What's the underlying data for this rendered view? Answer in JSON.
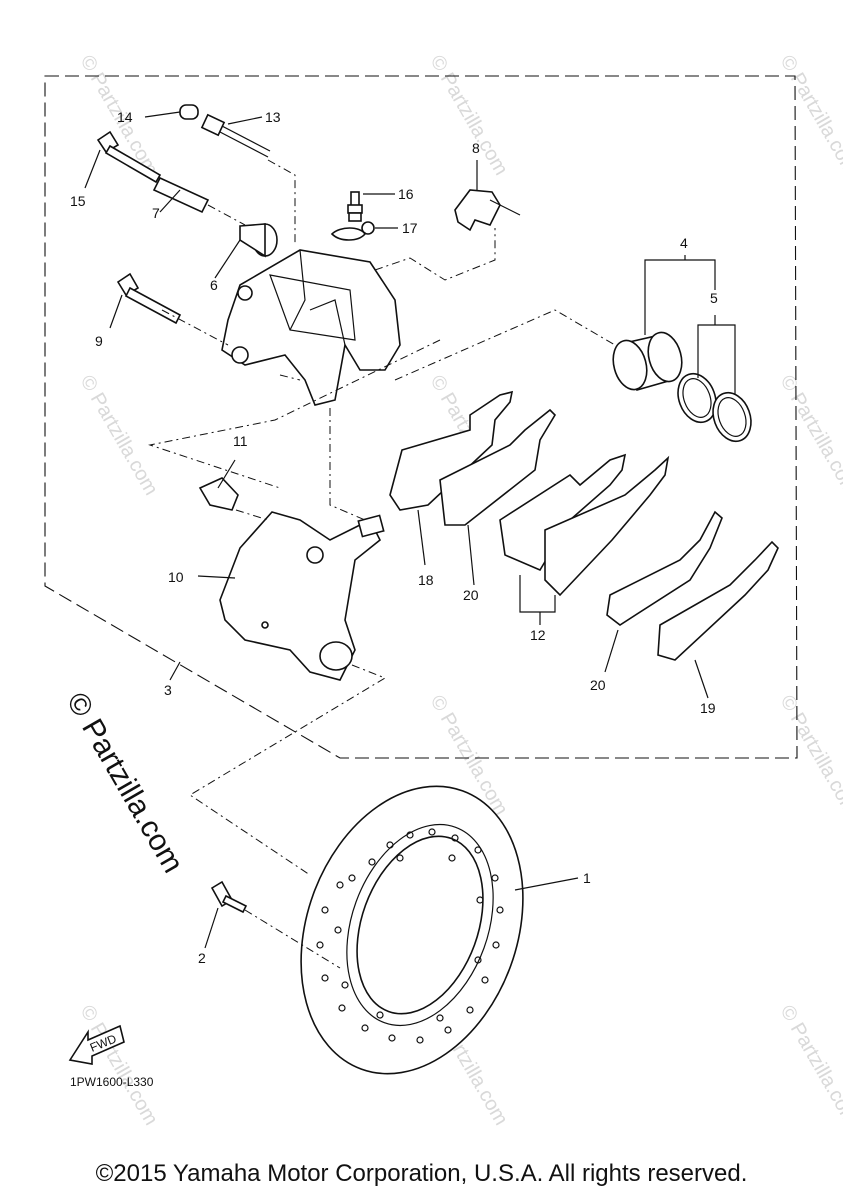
{
  "callouts": {
    "c1": "1",
    "c2": "2",
    "c3": "3",
    "c4": "4",
    "c5": "5",
    "c6": "6",
    "c7": "7",
    "c8": "8",
    "c9": "9",
    "c10": "10",
    "c11": "11",
    "c12": "12",
    "c13": "13",
    "c14": "14",
    "c15": "15",
    "c16": "16",
    "c17": "17",
    "c18": "18",
    "c19": "19",
    "c20a": "20",
    "c20b": "20"
  },
  "drawing_code": "1PW1600-L330",
  "fwd_label": "FWD",
  "watermark": "© Partzilla.com",
  "watermark_small": "© Partzilla.com",
  "copyright": "©2015 Yamaha Motor Corporation, U.S.A. All rights reserved."
}
